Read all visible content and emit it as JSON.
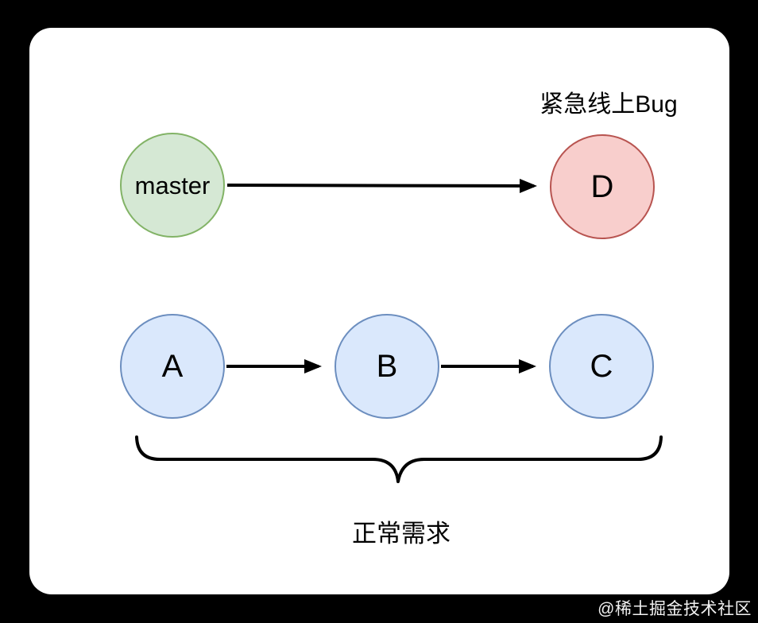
{
  "diagram": {
    "type": "git-branch-diagram",
    "colors": {
      "page_background": "#000000",
      "card_background": "#ffffff",
      "green_fill": "#d5e8d4",
      "green_stroke": "#82b366",
      "red_fill": "#f8cecc",
      "red_stroke": "#b85450",
      "blue_fill": "#dae8fc",
      "blue_stroke": "#6c8ebf",
      "arrow_color": "#000000",
      "text_color": "#000000",
      "watermark_color": "#f2f2f2"
    },
    "annotations": {
      "urgent_label": "紧急线上Bug",
      "normal_label": "正常需求"
    },
    "nodes": [
      {
        "id": "master",
        "label": "master",
        "color": "green"
      },
      {
        "id": "D",
        "label": "D",
        "color": "red"
      },
      {
        "id": "A",
        "label": "A",
        "color": "blue"
      },
      {
        "id": "B",
        "label": "B",
        "color": "blue"
      },
      {
        "id": "C",
        "label": "C",
        "color": "blue"
      }
    ],
    "edges": [
      {
        "from": "master",
        "to": "D"
      },
      {
        "from": "A",
        "to": "B"
      },
      {
        "from": "B",
        "to": "C"
      }
    ],
    "brace": {
      "spans": "A-C",
      "label": "正常需求"
    }
  },
  "watermark": {
    "text": "@稀土掘金技术社区"
  }
}
